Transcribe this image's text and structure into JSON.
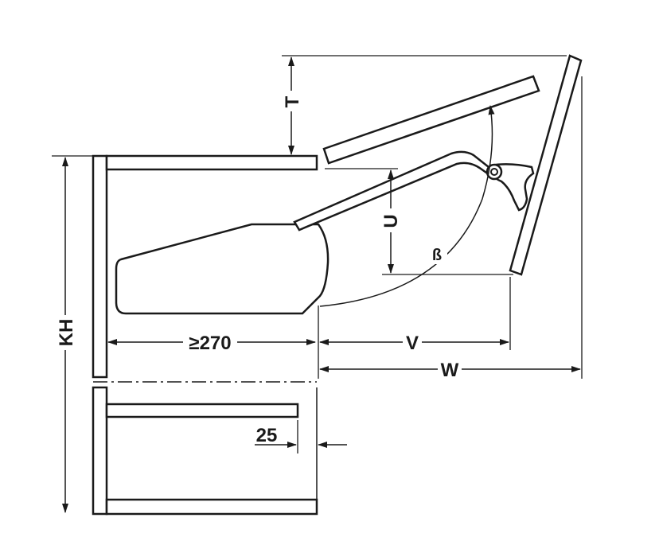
{
  "diagram": {
    "labels": {
      "kh": "KH",
      "t": "T",
      "u": "U",
      "beta": "ß",
      "min_depth": "≥270",
      "v": "V",
      "w": "W",
      "offset": "25"
    }
  }
}
